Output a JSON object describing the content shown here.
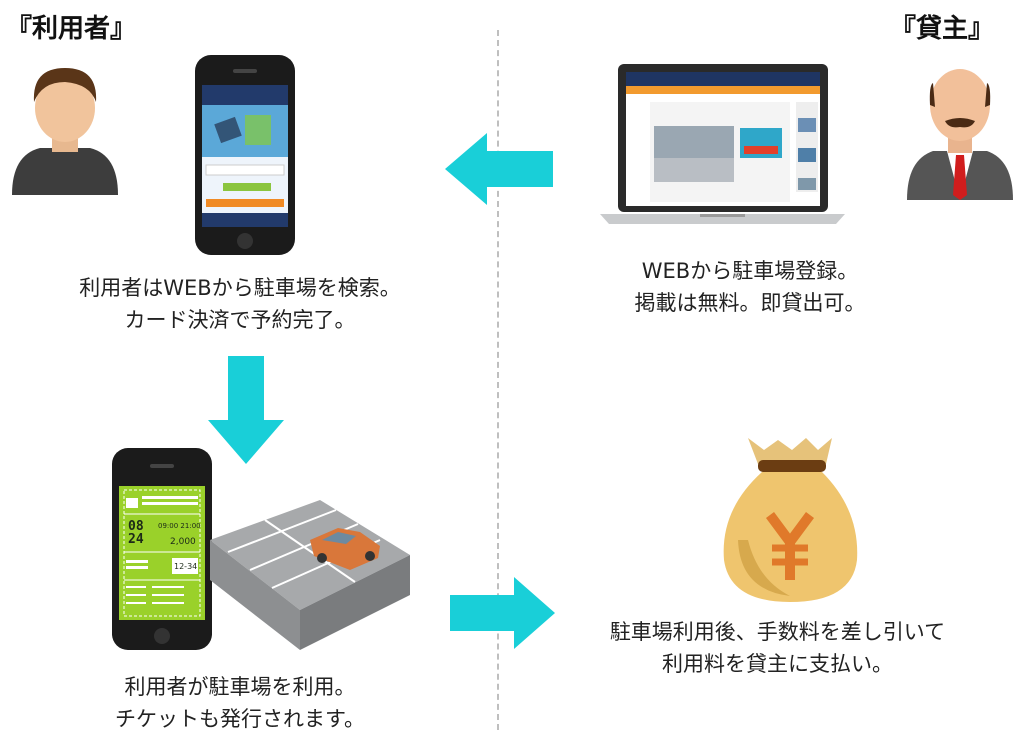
{
  "left_heading": "『利用者』",
  "right_heading": "『貸主』",
  "captions": {
    "user_search": [
      "利用者はWEBから駐車場を検索。",
      "カード決済で予約完了。"
    ],
    "owner_register": [
      "WEBから駐車場登録。",
      "掲載は無料。即貸出可。"
    ],
    "user_use": [
      "利用者が駐車場を利用。",
      "チケットも発行されます。"
    ],
    "payment": [
      "駐車場利用後、手数料を差し引いて",
      "利用料を貸主に支払い。"
    ]
  },
  "ticket": {
    "month": "08",
    "day": "24",
    "start_time": "09:00",
    "end_time": "21:00",
    "price": "2,000",
    "plate_number": "12-34"
  },
  "colors": {
    "arrow": "#19cfd8",
    "ticket_green": "#9ad12a"
  },
  "icons": {
    "user_avatar": "person-icon",
    "owner_avatar": "businessman-icon",
    "money_bag": "yen-money-bag-icon"
  }
}
